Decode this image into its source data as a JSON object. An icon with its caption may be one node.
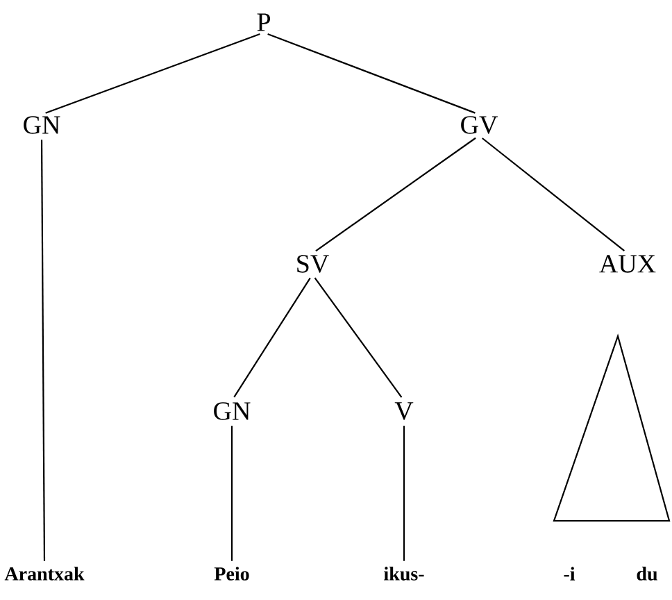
{
  "diagram": {
    "nodes": [
      {
        "text": [
          "P"
        ]
      },
      {
        "text": [
          "GN"
        ]
      },
      {
        "text": [
          "GV"
        ]
      },
      {
        "text": [
          "SV"
        ]
      },
      {
        "text": [
          "AUX"
        ]
      },
      {
        "text": [
          "GN"
        ]
      },
      {
        "text": [
          "V"
        ]
      },
      {
        "text": [
          "Arantxak"
        ]
      },
      {
        "text": [
          "Peio"
        ]
      },
      {
        "text": [
          "ikus-"
        ]
      },
      {
        "text": [
          "-i"
        ]
      },
      {
        "text": [
          "du"
        ]
      },
      {
        "text": [],
        "shape": "triangle"
      }
    ],
    "edges": [
      {
        "from": 0,
        "to": 1,
        "arrow": "none"
      },
      {
        "from": 0,
        "to": 2,
        "arrow": "none"
      },
      {
        "from": 1,
        "to": 7,
        "arrow": "none"
      },
      {
        "from": 2,
        "to": 3,
        "arrow": "none"
      },
      {
        "from": 2,
        "to": 4,
        "arrow": "none"
      },
      {
        "from": 3,
        "to": 5,
        "arrow": "none"
      },
      {
        "from": 3,
        "to": 6,
        "arrow": "none"
      },
      {
        "from": 5,
        "to": 8,
        "arrow": "none"
      },
      {
        "from": 6,
        "to": 9,
        "arrow": "none"
      }
    ]
  }
}
